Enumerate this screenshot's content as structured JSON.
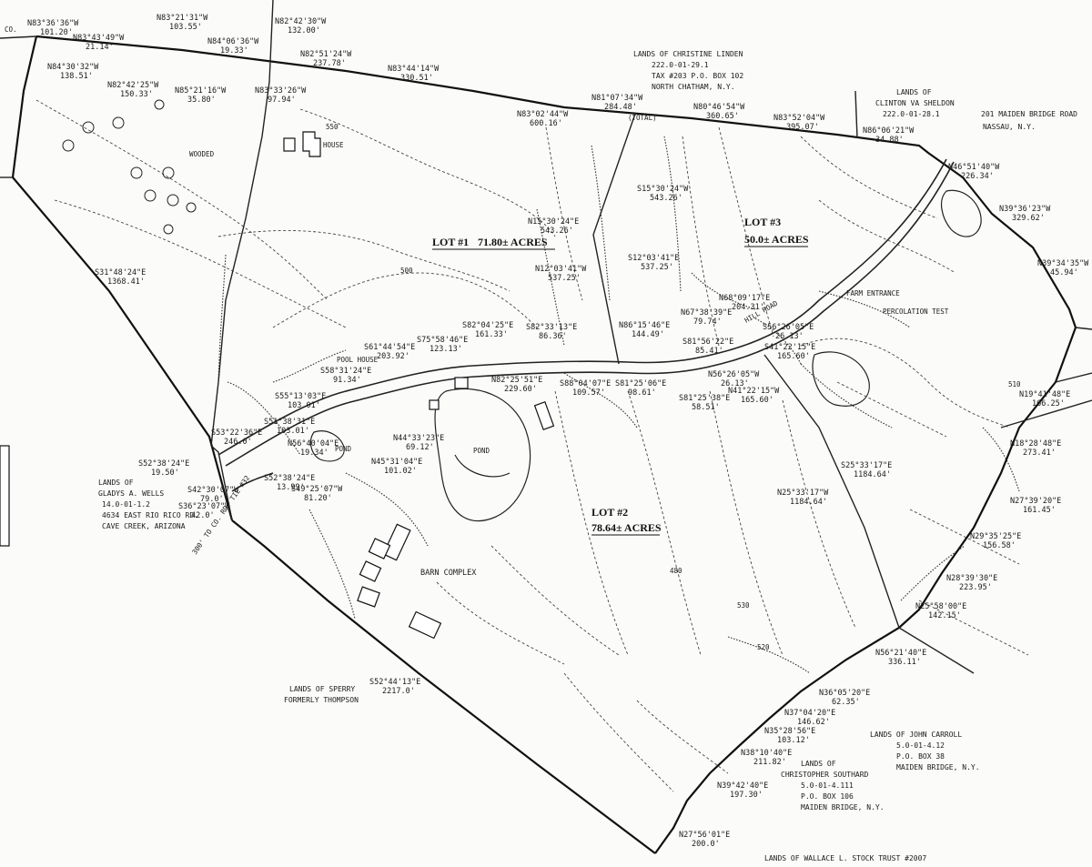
{
  "bearings": [
    {
      "dir": "N83°36'36\"W",
      "dist": "101.20'"
    },
    {
      "dir": "N83°43'49\"W",
      "dist": "21.14'"
    },
    {
      "dir": "N83°21'31\"W",
      "dist": "103.55'"
    },
    {
      "dir": "N84°06'36\"W",
      "dist": "19.33'"
    },
    {
      "dir": "N82°42'30\"W",
      "dist": "132.00'"
    },
    {
      "dir": "N82°51'24\"W",
      "dist": "237.78'"
    },
    {
      "dir": "N84°30'32\"W",
      "dist": "138.51'"
    },
    {
      "dir": "N82°42'25\"W",
      "dist": "150.33'"
    },
    {
      "dir": "N85°21'16\"W",
      "dist": "35.80'"
    },
    {
      "dir": "N83°33'26\"W",
      "dist": "97.94'"
    },
    {
      "dir": "N83°44'14\"W",
      "dist": "330.51'"
    },
    {
      "dir": "N83°02'44\"W",
      "dist": "600.16'"
    },
    {
      "dir": "N81°07'34\"W",
      "dist": "284.48'"
    },
    {
      "dir": "N80°46'54\"W",
      "dist": "360.65'"
    },
    {
      "dir": "N83°52'04\"W",
      "dist": "395.07'"
    },
    {
      "dir": "N86°06'21\"W",
      "dist": "34.88'"
    },
    {
      "dir": "N46°51'40\"W",
      "dist": "226.34'"
    },
    {
      "dir": "N39°36'23\"W",
      "dist": "329.62'"
    },
    {
      "dir": "N39°34'35\"W",
      "dist": "45.94'"
    },
    {
      "dir": "S15°30'24\"W",
      "dist": "543.26'"
    },
    {
      "dir": "N15°30'24\"E",
      "dist": "543.26'"
    },
    {
      "dir": "N12°03'41\"W",
      "dist": "537.25'"
    },
    {
      "dir": "S12°03'41\"E",
      "dist": "537.25'"
    },
    {
      "dir": "N68°09'17\"E",
      "dist": "204.31'"
    },
    {
      "dir": "N67°38'39\"E",
      "dist": "79.74'"
    },
    {
      "dir": "N86°15'46\"E",
      "dist": "144.49'"
    },
    {
      "dir": "S81°56'22\"E",
      "dist": "85.41'"
    },
    {
      "dir": "S82°04'25\"E",
      "dist": "161.33'"
    },
    {
      "dir": "S82°33'13\"E",
      "dist": "86.36'"
    },
    {
      "dir": "S75°58'46\"E",
      "dist": "123.13'"
    },
    {
      "dir": "S61°44'54\"E",
      "dist": "203.92'"
    },
    {
      "dir": "S58°31'24\"E",
      "dist": "91.34'"
    },
    {
      "dir": "S55°13'03\"E",
      "dist": "103.01'"
    },
    {
      "dir": "S51°38'31\"E",
      "dist": "103.01'"
    },
    {
      "dir": "S56°26'05\"E",
      "dist": "26.13'"
    },
    {
      "dir": "S41°22'15\"E",
      "dist": "165.60'"
    },
    {
      "dir": "N56°26'05\"W",
      "dist": "26.13'"
    },
    {
      "dir": "N41°22'15\"W",
      "dist": "165.60'"
    },
    {
      "dir": "N82°25'51\"E",
      "dist": "229.60'"
    },
    {
      "dir": "S88°04'07\"E",
      "dist": "109.57'"
    },
    {
      "dir": "S81°25'06\"E",
      "dist": "98.61'"
    },
    {
      "dir": "S81°25'38\"E",
      "dist": "58.51'"
    },
    {
      "dir": "N44°33'23\"E",
      "dist": "69.12'"
    },
    {
      "dir": "N45°31'04\"E",
      "dist": "101.02'"
    },
    {
      "dir": "N56°40'04\"E",
      "dist": "19.34'"
    },
    {
      "dir": "S53°22'36\"E",
      "dist": "246.0'"
    },
    {
      "dir": "S52°38'24\"E",
      "dist": "19.50'"
    },
    {
      "dir": "S52°38'24\"E",
      "dist": "13.99'"
    },
    {
      "dir": "S42°30'07\"W",
      "dist": "79.0'"
    },
    {
      "dir": "S49°25'07\"W",
      "dist": "81.20'"
    },
    {
      "dir": "S36°23'07\"W",
      "dist": "42.0'"
    },
    {
      "dir": "S31°48'24\"E",
      "dist": "1368.41'"
    },
    {
      "dir": "S25°33'17\"E",
      "dist": "1184.64'"
    },
    {
      "dir": "N25°33'17\"W",
      "dist": "1184.64'"
    },
    {
      "dir": "S52°44'13\"E",
      "dist": "2217.0'"
    },
    {
      "dir": "N19°41'48\"E",
      "dist": "166.25'"
    },
    {
      "dir": "N18°28'48\"E",
      "dist": "273.41'"
    },
    {
      "dir": "N27°39'20\"E",
      "dist": "161.45'"
    },
    {
      "dir": "N29°35'25\"E",
      "dist": "156.58'"
    },
    {
      "dir": "N28°39'30\"E",
      "dist": "223.95'"
    },
    {
      "dir": "N25°58'00\"E",
      "dist": "142.15'"
    },
    {
      "dir": "N56°21'40\"E",
      "dist": "336.11'"
    },
    {
      "dir": "N36°05'20\"E",
      "dist": "62.35'"
    },
    {
      "dir": "N37°04'20\"E",
      "dist": "146.62'"
    },
    {
      "dir": "N35°28'56\"E",
      "dist": "103.12'"
    },
    {
      "dir": "N38°10'40\"E",
      "dist": "211.82'"
    },
    {
      "dir": "N39°42'40\"E",
      "dist": "197.30'"
    },
    {
      "dir": "N27°56'01\"E",
      "dist": "200.0'"
    }
  ],
  "lots": [
    {
      "name": "LOT #1",
      "area": "71.80± ACRES"
    },
    {
      "name": "LOT #3",
      "area": "50.0± ACRES"
    },
    {
      "name": "LOT #2",
      "area": "78.64± ACRES"
    }
  ],
  "owners": {
    "linden": [
      "LANDS OF CHRISTINE LINDEN",
      "222.0-01-29.1",
      "TAX #203  P.O. BOX 102",
      "NORTH CHATHAM, N.Y."
    ],
    "sheldon": [
      "LANDS OF",
      "CLINTON VA SHELDON",
      "222.0-01-28.1"
    ],
    "sheldon_addr": [
      "201 MAIDEN BRIDGE ROAD",
      "NASSAU, N.Y."
    ],
    "wells": [
      "LANDS OF",
      "GLADYS A. WELLS",
      "14.0-01-1.2",
      "4634 EAST RIO RICO RD.",
      "CAVE CREEK, ARIZONA"
    ],
    "sperry": [
      "LANDS OF SPERRY",
      "FORMERLY THOMPSON"
    ],
    "carroll": [
      "LANDS OF JOHN CARROLL",
      "5.0-01-4.12",
      "P.O. BOX 38",
      "MAIDEN BRIDGE, N.Y."
    ],
    "southard": [
      "LANDS OF",
      "CHRISTOPHER SOUTHARD",
      "5.0-01-4.111",
      "P.O. BOX 106",
      "MAIDEN BRIDGE, N.Y."
    ],
    "stock": [
      "LANDS OF WALLACE L. STOCK TRUST #2007"
    ]
  },
  "features": {
    "house": "HOUSE",
    "wooded": "WOODED",
    "pond": "POND",
    "pond_small": "POND",
    "pool_house": "POOL HOUSE",
    "barn_complex": "BARN COMPLEX",
    "farm_entrance": "FARM ENTRANCE",
    "percolation_test": "PERCOLATION TEST",
    "hill_road": "HILL ROAD",
    "road_west": "300' TO CO. RD. TIE #32",
    "co_label": "CO.",
    "total_label": "(TOTAL)"
  },
  "contours": {
    "c550": "550",
    "c500": "500",
    "c480": "480",
    "c530": "530",
    "c520": "520",
    "c510": "510"
  }
}
